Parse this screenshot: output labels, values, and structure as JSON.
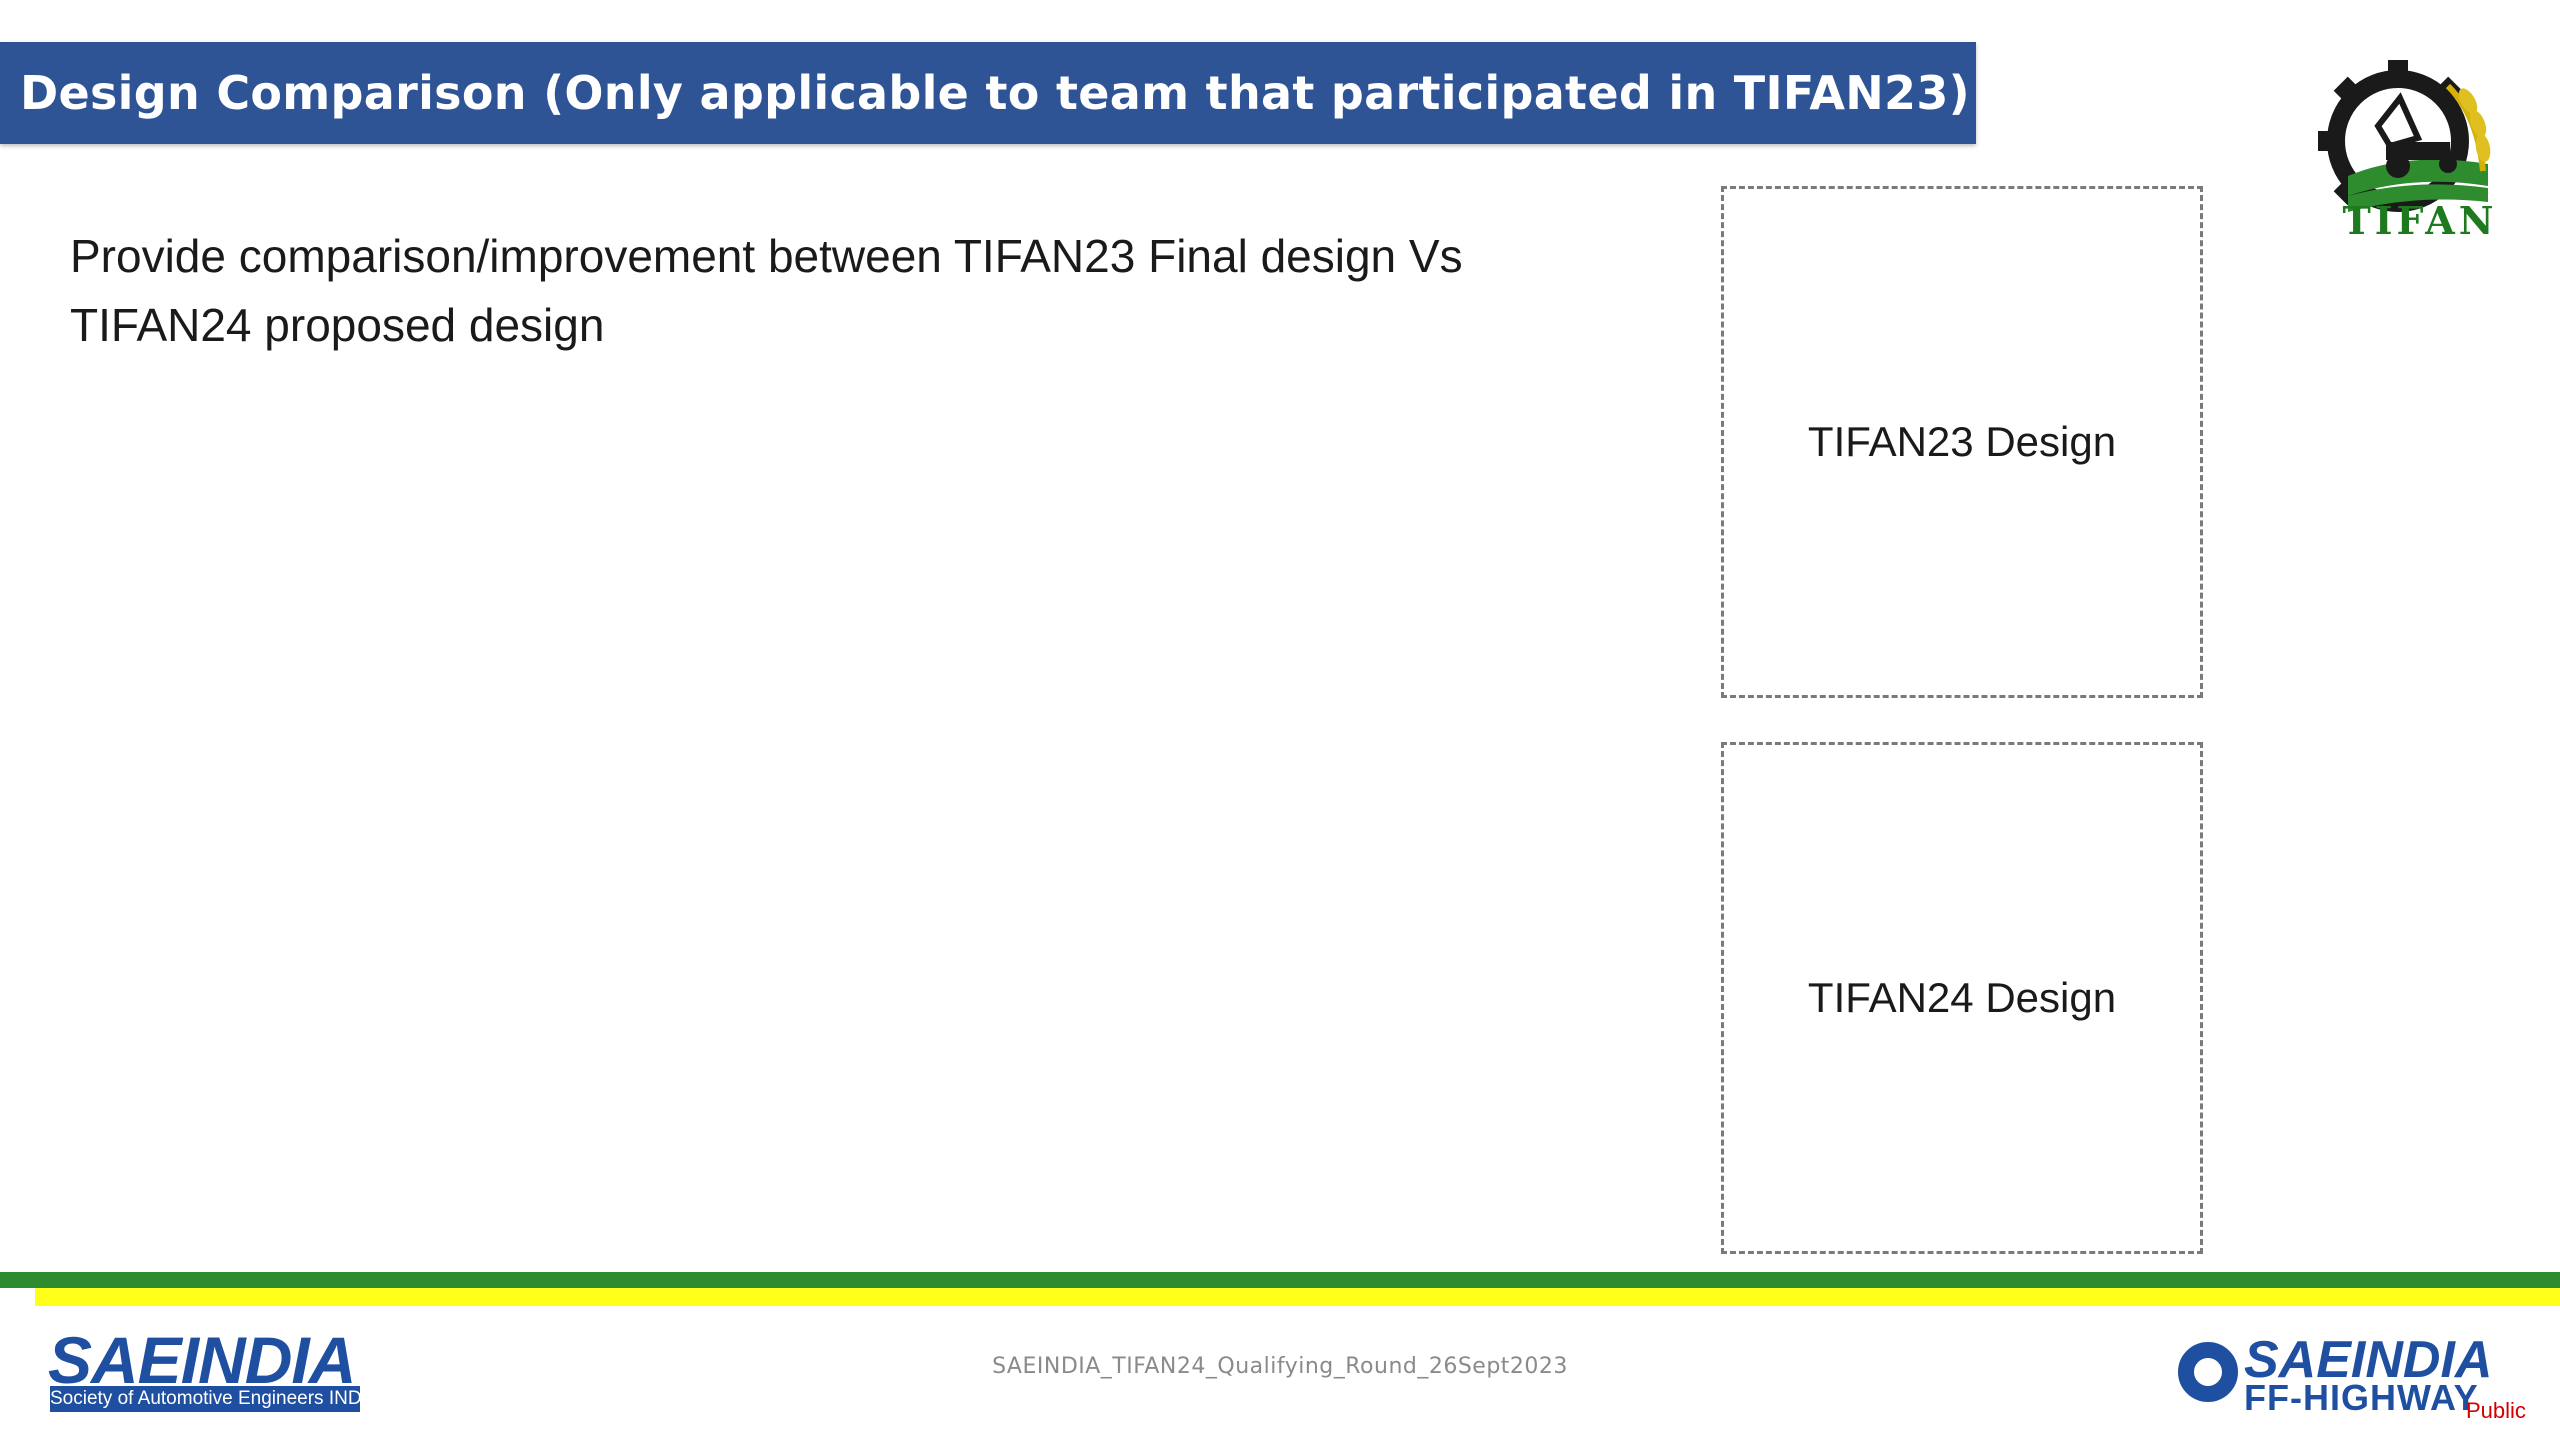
{
  "slide": {
    "title": "Design Comparison (Only applicable to team that participated in TIFAN23)",
    "body_line1": "Provide comparison/improvement between TIFAN23 Final design Vs",
    "body_line2": "TIFAN24 proposed design",
    "box1_label": "TIFAN23 Design",
    "box2_label": "TIFAN24 Design",
    "footer": "SAEINDIA_TIFAN24_Qualifying_Round_26Sept2023",
    "classification": "Public"
  },
  "logos": {
    "tifan_text": "TIFAN",
    "sae_word": "SAEINDIA",
    "sae_sub": "Society of Automotive Engineers INDIA",
    "offhw_sae": "SAEINDIA",
    "offhw_ff": "FF-HIGHWAY"
  },
  "colors": {
    "title_bar": "#2f5496",
    "band_green": "#2e8b2e",
    "band_yellow": "#ffff1a",
    "brand_blue": "#1f4fa0",
    "public_red": "#d40000"
  }
}
